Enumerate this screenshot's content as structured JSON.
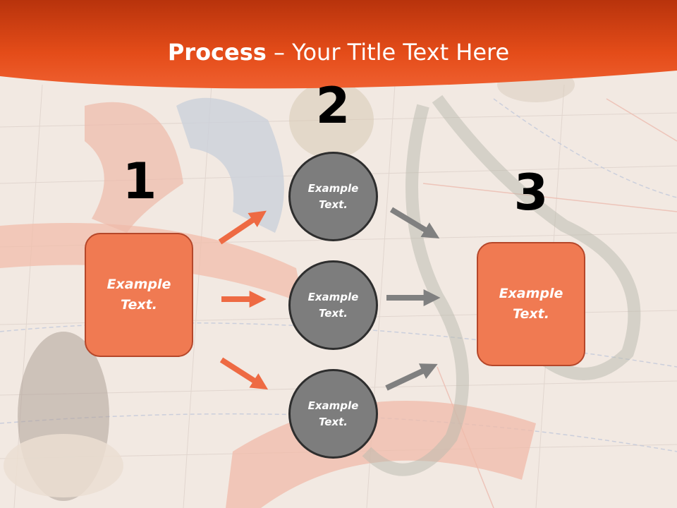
{
  "slide": {
    "title_bold": "Process",
    "title_rest": " – Your Title Text Here",
    "colors": {
      "header": "#e8501c",
      "box_fill": "#f07a52",
      "box_border": "#b5472a",
      "circle_fill": "#7d7d7d",
      "circle_border": "#2e2e2e",
      "arrow_orange": "#ee6a43",
      "arrow_gray": "#808080"
    }
  },
  "steps": {
    "step1": {
      "number": "1",
      "text": "Example Text."
    },
    "step2": {
      "number": "2",
      "items": [
        {
          "text": "Example Text."
        },
        {
          "text": "Example Text."
        },
        {
          "text": "Example Text."
        }
      ]
    },
    "step3": {
      "number": "3",
      "text": "Example Text."
    }
  }
}
